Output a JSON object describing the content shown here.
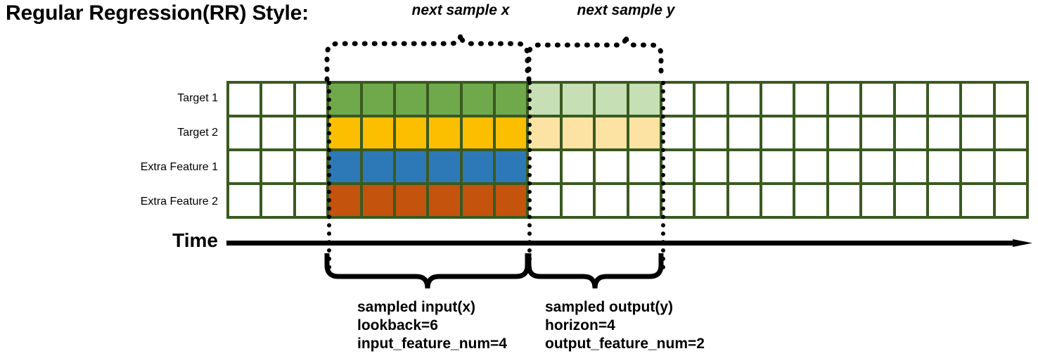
{
  "title": "Regular Regression(RR) Style:",
  "rows": [
    {
      "label": "Target 1",
      "kind": "target"
    },
    {
      "label": "Target 2",
      "kind": "target"
    },
    {
      "label": "Extra Feature 1",
      "kind": "feature"
    },
    {
      "label": "Extra Feature 2",
      "kind": "feature"
    }
  ],
  "time_axis_label": "Time",
  "grid": {
    "total_columns": 24,
    "lead_blank_columns": 3,
    "input_columns": 6,
    "output_columns": 4,
    "trailing_blank_columns": 11
  },
  "colors": {
    "grid_border": "#3A5A20",
    "empty_cell": "#FFFFFF",
    "target1_input": "#6FA94C",
    "target1_output": "#C6DFB4",
    "target2_input": "#FBBF00",
    "target2_output": "#FCE3A3",
    "feature1_input": "#2D79B7",
    "feature2_input": "#C4530E",
    "axis": "#000000",
    "brace_top": "#000000",
    "brace_bottom": "#000000"
  },
  "annotations": {
    "top_left": "next sample x",
    "top_right": "next sample y"
  },
  "captions": {
    "input": {
      "line1": "sampled input(x)",
      "line2": "lookback=6",
      "line3": "input_feature_num=4"
    },
    "output": {
      "line1": "sampled output(y)",
      "line2": "horizon=4",
      "line3": "output_feature_num=2"
    }
  }
}
